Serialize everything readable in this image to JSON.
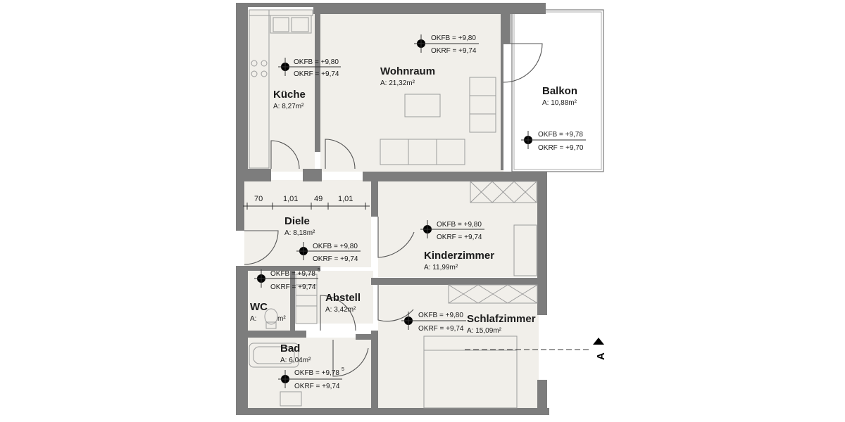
{
  "rooms": {
    "kueche": {
      "name": "Küche",
      "area": "A:   8,27m²"
    },
    "wohnraum": {
      "name": "Wohnraum",
      "area": "A:   21,32m²"
    },
    "balkon": {
      "name": "Balkon",
      "area": "A:   10,88m²"
    },
    "diele": {
      "name": "Diele",
      "area": "A:   8,18m²"
    },
    "kinderzimmer": {
      "name": "Kinderzimmer",
      "area": "A:   11,99m²"
    },
    "abstell": {
      "name": "Abstell",
      "area": "A:   3,42m²"
    },
    "wc": {
      "name": "WC",
      "area_prefix": "A:",
      "area_suffix": "m²"
    },
    "schlafzimmer": {
      "name": "Schlafzimmer",
      "area": "A:   15,09m²"
    },
    "bad": {
      "name": "Bad",
      "area": "A:   6,04m²"
    }
  },
  "levels": {
    "kueche": {
      "okfb": "OKFB = +9,80",
      "okrf": "OKRF = +9,74"
    },
    "wohnraum": {
      "okfb": "OKFB = +9,80",
      "okrf": "OKRF = +9,74"
    },
    "balkon": {
      "okfb": "OKFB = +9,78",
      "okrf": "OKRF = +9,70"
    },
    "diele": {
      "okfb": "OKFB = +9,80",
      "okrf": "OKRF = +9,74"
    },
    "kinderzimmer": {
      "okfb": "OKFB = +9,80",
      "okrf": "OKRF = +9,74"
    },
    "wc": {
      "okfb": "OKFB = +9,78",
      "okfb_sup": "5",
      "okrf": "OKRF = +9,74"
    },
    "schlafzimmer": {
      "okfb": "OKFB = +9,80",
      "okrf": "OKRF = +9,74"
    },
    "bad": {
      "okfb": "OKFB = +9,78",
      "okfb_sup": "5",
      "okrf": "OKRF = +9,74"
    }
  },
  "dimensions": [
    "70",
    "1,01",
    "49",
    "1,01"
  ],
  "section_marker": "A",
  "colors": {
    "wall": "#7d7d7d",
    "floor": "#f1efea",
    "furniture": "#9c9c9c"
  }
}
